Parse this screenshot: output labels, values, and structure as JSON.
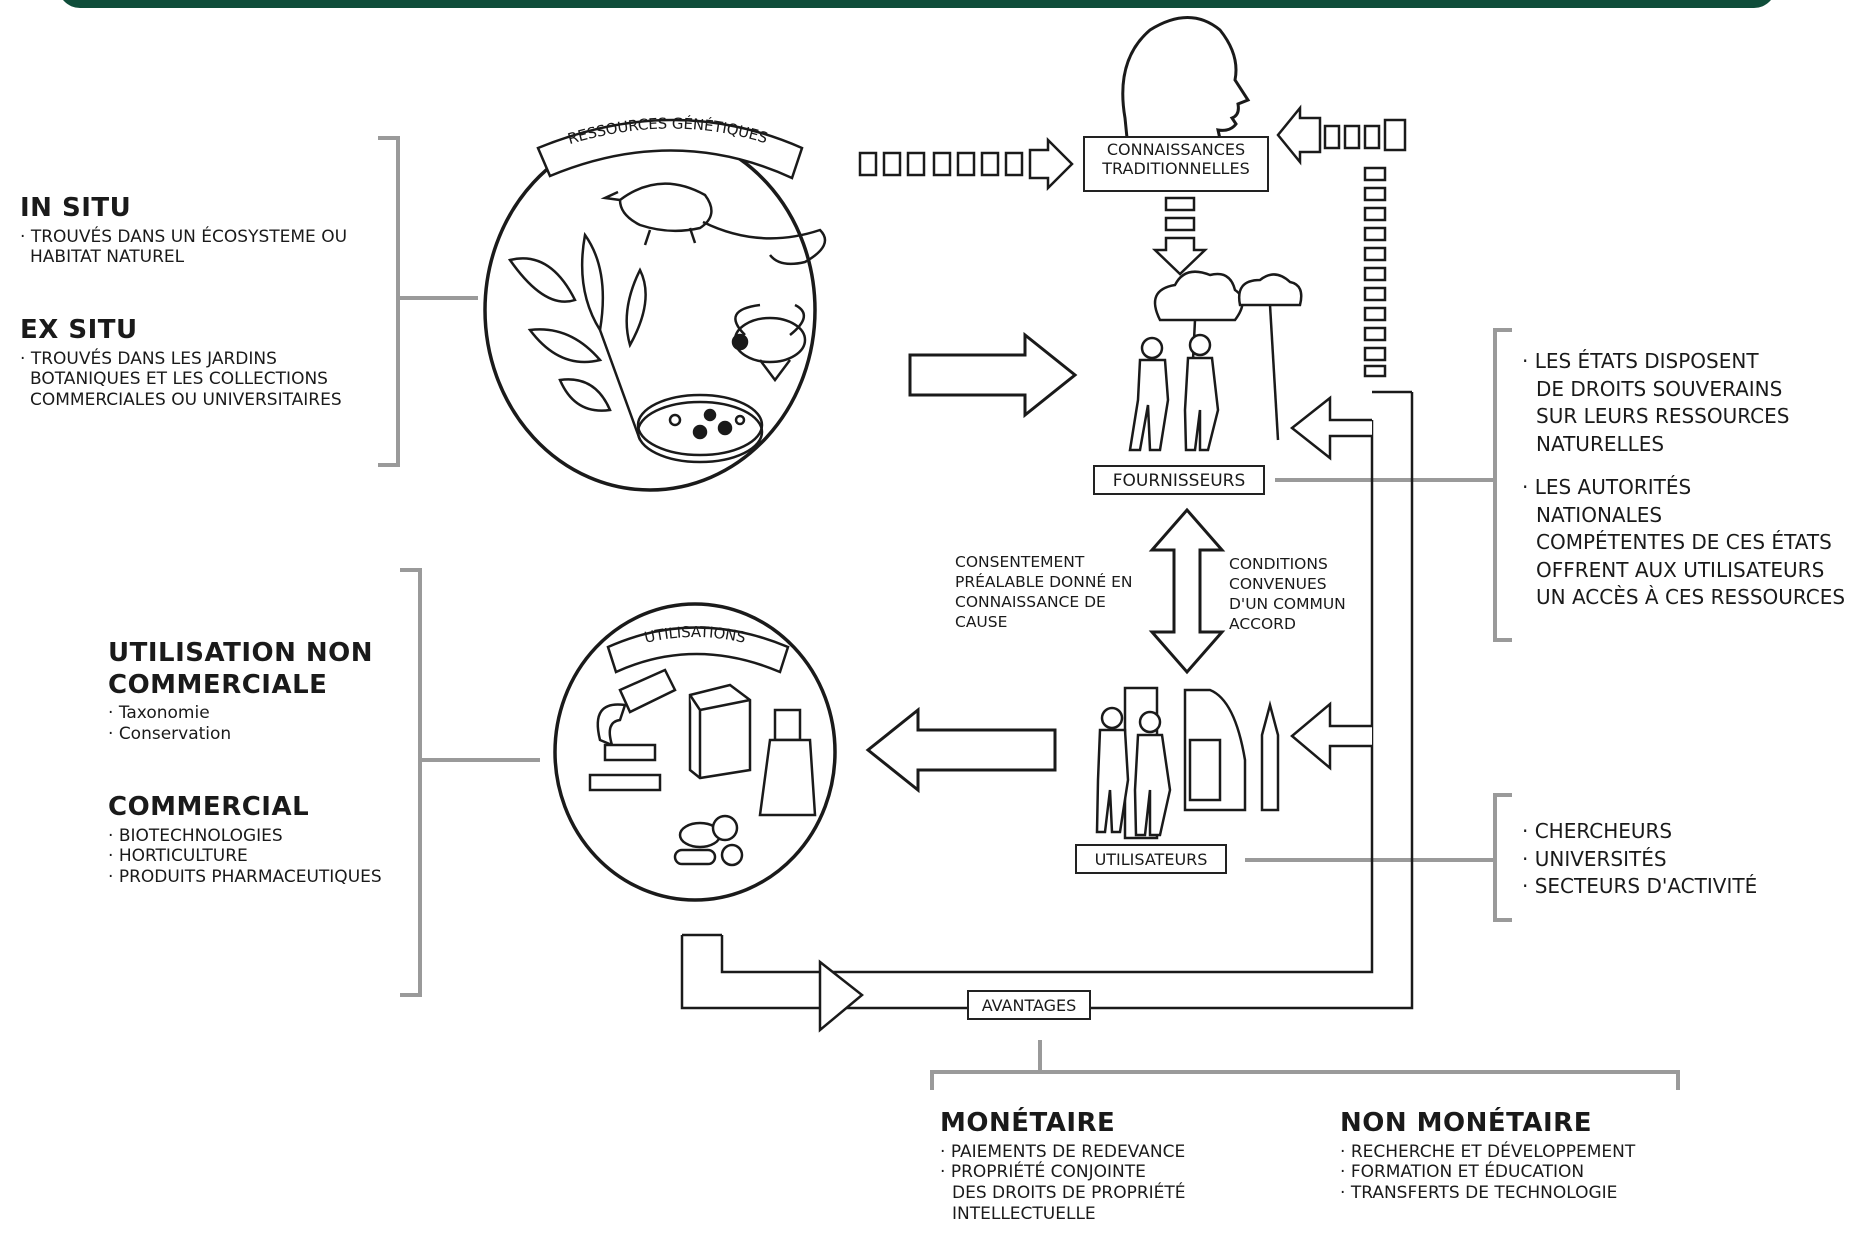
{
  "banner_color": "#0f4d3a",
  "left": {
    "in_situ": {
      "heading": "IN SITU",
      "lines": [
        "TROUVÉS DANS UN ÉCOSYSTEME OU",
        "HABITAT NATUREL"
      ]
    },
    "ex_situ": {
      "heading": "EX SITU",
      "lines": [
        "TROUVÉS DANS LES JARDINS",
        "BOTANIQUES ET LES COLLECTIONS",
        "COMMERCIALES OU UNIVERSITAIRES"
      ]
    },
    "non_commercial": {
      "heading1": "UTILISATION NON",
      "heading2": "COMMERCIALE",
      "items": [
        "Taxonomie",
        "Conservation"
      ]
    },
    "commercial": {
      "heading": "COMMERCIAL",
      "items": [
        "BIOTECHNOLOGIES",
        "HORTICULTURE",
        "PRODUITS PHARMACEUTIQUES"
      ]
    }
  },
  "circles": {
    "genetic_resources": "RESSOURCES GÉNÉTIQUES",
    "utilisations": "UTILISATIONS"
  },
  "boxes": {
    "traditional_knowledge": [
      "CONNAISSANCES",
      "TRADITIONNELLES"
    ],
    "providers": "FOURNISSEURS",
    "users": "UTILISATEURS",
    "benefits": "AVANTAGES"
  },
  "middle": {
    "consent": [
      "CONSENTEMENT",
      "PRÉALABLE DONNÉ EN",
      "CONNAISSANCE DE",
      "CAUSE"
    ],
    "terms": [
      "CONDITIONS",
      "CONVENUES",
      "D'UN COMMUN",
      "ACCORD"
    ]
  },
  "right": {
    "states": [
      "LES ÉTATS DISPOSENT",
      "DE DROITS SOUVERAINS",
      "SUR LEURS RESSOURCES",
      "NATURELLES"
    ],
    "authorities": [
      "LES AUTORITÉS",
      "NATIONALES",
      "COMPÉTENTES DE CES ÉTATS",
      "OFFRENT AUX UTILISATEURS",
      "UN ACCÈS À CES RESSOURCES"
    ],
    "user_types": [
      "CHERCHEURS",
      "UNIVERSITÉS",
      "SECTEURS D'ACTIVITÉ"
    ]
  },
  "bottom": {
    "monetary": {
      "heading": "MONÉTAIRE",
      "items": [
        "PAIEMENTS DE REDEVANCE",
        "PROPRIÉTÉ CONJOINTE",
        "DES DROITS DE PROPRIÉTÉ",
        "INTELLECTUELLE"
      ]
    },
    "non_monetary": {
      "heading": "NON MONÉTAIRE",
      "items": [
        "RECHERCHE ET DÉVELOPPEMENT",
        "FORMATION ET ÉDUCATION",
        "TRANSFERTS DE TECHNOLOGIE"
      ]
    }
  }
}
